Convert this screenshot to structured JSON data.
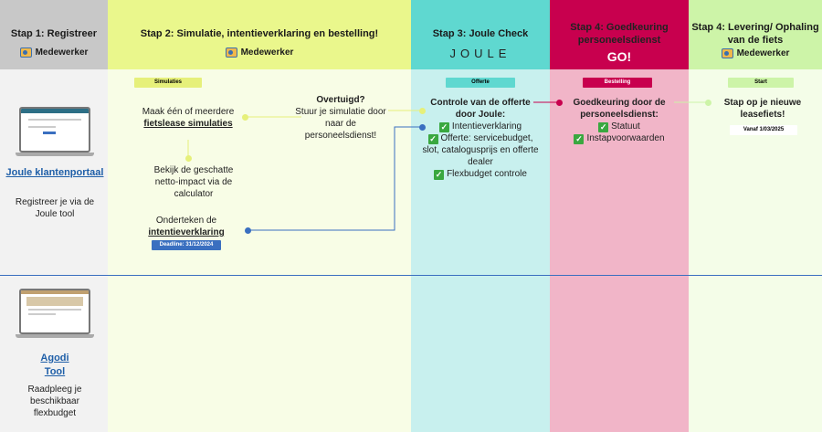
{
  "columns": [
    {
      "title": "Stap 1: Registreer",
      "actor": "Medewerker"
    },
    {
      "title": "Stap 2: Simulatie, intentieverklaring en bestelling!",
      "actor": "Medewerker"
    },
    {
      "title": "Stap 3: Joule Check",
      "logo": "JOULE"
    },
    {
      "title": "Stap 4: Goedkeuring personeelsdienst",
      "logo": "GO!"
    },
    {
      "title": "Stap 4: Levering/ Ophaling van de fiets",
      "actor": "Medewerker"
    }
  ],
  "colors": {
    "grey": "#c8c8c8",
    "lime": "#eaf78c",
    "teal": "#5fd8d0",
    "magenta": "#c8004e",
    "green": "#cdf4a8",
    "blue_line": "#3a6fc0"
  },
  "row1": {
    "tool_name": "Joule klantenportaal",
    "tool_desc": "Registreer je via de Joule tool",
    "sim_tag": "Simulaties",
    "sim_text_1": "Maak één of meerdere",
    "sim_text_2": "fietslease simulaties",
    "impact_text": "Bekijk de geschatte netto-impact via de calculator",
    "sign_text_1": "Onderteken de",
    "sign_text_2": "intentieverklaring",
    "deadline": "Deadline: 31/12/2024",
    "convinced_title": "Overtuigd?",
    "convinced_text": "Stuur je simulatie door naar de personeelsdienst!",
    "offer_tag": "Offerte",
    "offer_title": "Controle van de offerte door Joule:",
    "offer_items": [
      "Intentieverklaring",
      "Offerte: servicebudget, slot, catalogusprijs en offerte dealer",
      "Flexbudget controle"
    ],
    "order_tag": "Bestelling",
    "approval_title": "Goedkeuring door de personeelsdienst:",
    "approval_items": [
      "Statuut",
      "Instapvoorwaarden"
    ],
    "start_tag": "Start",
    "start_text": "Stap op je nieuwe leasefiets!",
    "start_date": "Vanaf 1/03/2025"
  },
  "row2": {
    "tool_name_1": "Agodi",
    "tool_name_2": "Tool",
    "tool_desc": "Raadpleeg je beschikbaar flexbudget"
  }
}
